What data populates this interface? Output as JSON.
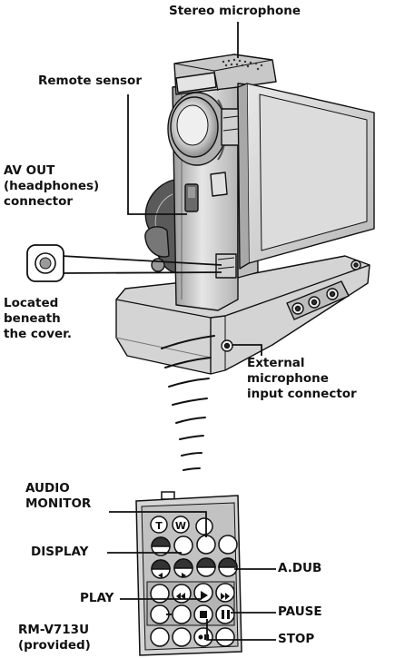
{
  "labels": {
    "stereo_mic": "Stereo microphone",
    "remote_sensor": "Remote sensor",
    "av_out": [
      "AV OUT",
      "(headphones)",
      "connector"
    ],
    "located": [
      "Located",
      "beneath",
      "the cover."
    ],
    "ext_mic": [
      "External",
      "microphone",
      "input connector"
    ],
    "audio_monitor": [
      "AUDIO",
      "MONITOR"
    ],
    "display": "DISPLAY",
    "adub": "A.DUB",
    "play": "PLAY",
    "pause": "PAUSE",
    "stop": "STOP",
    "model": [
      "RM-V713U",
      "(provided)"
    ]
  },
  "remote_keys": {
    "t": "T",
    "w": "W"
  },
  "colors": {
    "ink": "#111111",
    "body": "#cfcfcf",
    "shade": "#8a8a8a",
    "dark": "#3a3a3a",
    "light": "#f2f2f2"
  }
}
